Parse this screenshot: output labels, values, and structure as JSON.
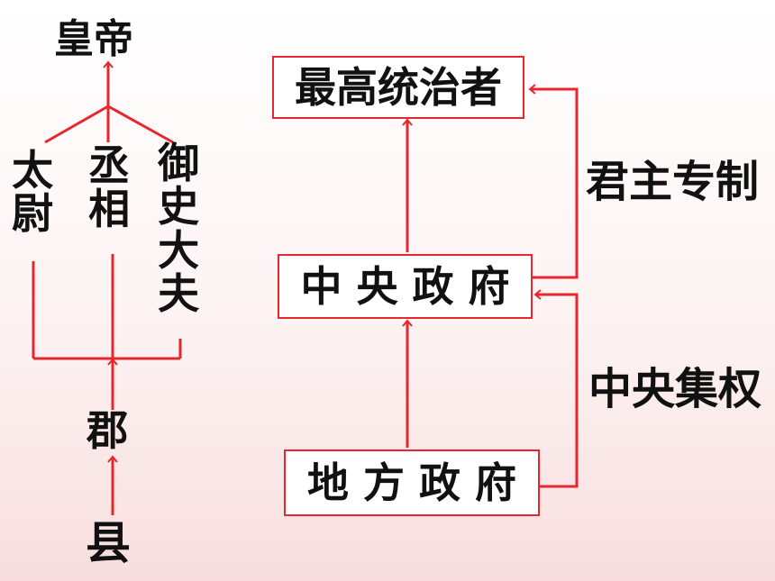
{
  "left": {
    "emperor": "皇帝",
    "taiwei": "太尉",
    "chengxiang": "丞相",
    "yushidafu": "御史大夫",
    "jun": "郡",
    "xian": "县"
  },
  "right": {
    "supreme_ruler": "最高统治者",
    "central_gov": "中 央 政 府",
    "local_gov": "地 方 政 府",
    "autocracy": "君主专制",
    "centralization": "中央集权"
  },
  "colors": {
    "line": "#e8262d",
    "text": "#111111"
  }
}
